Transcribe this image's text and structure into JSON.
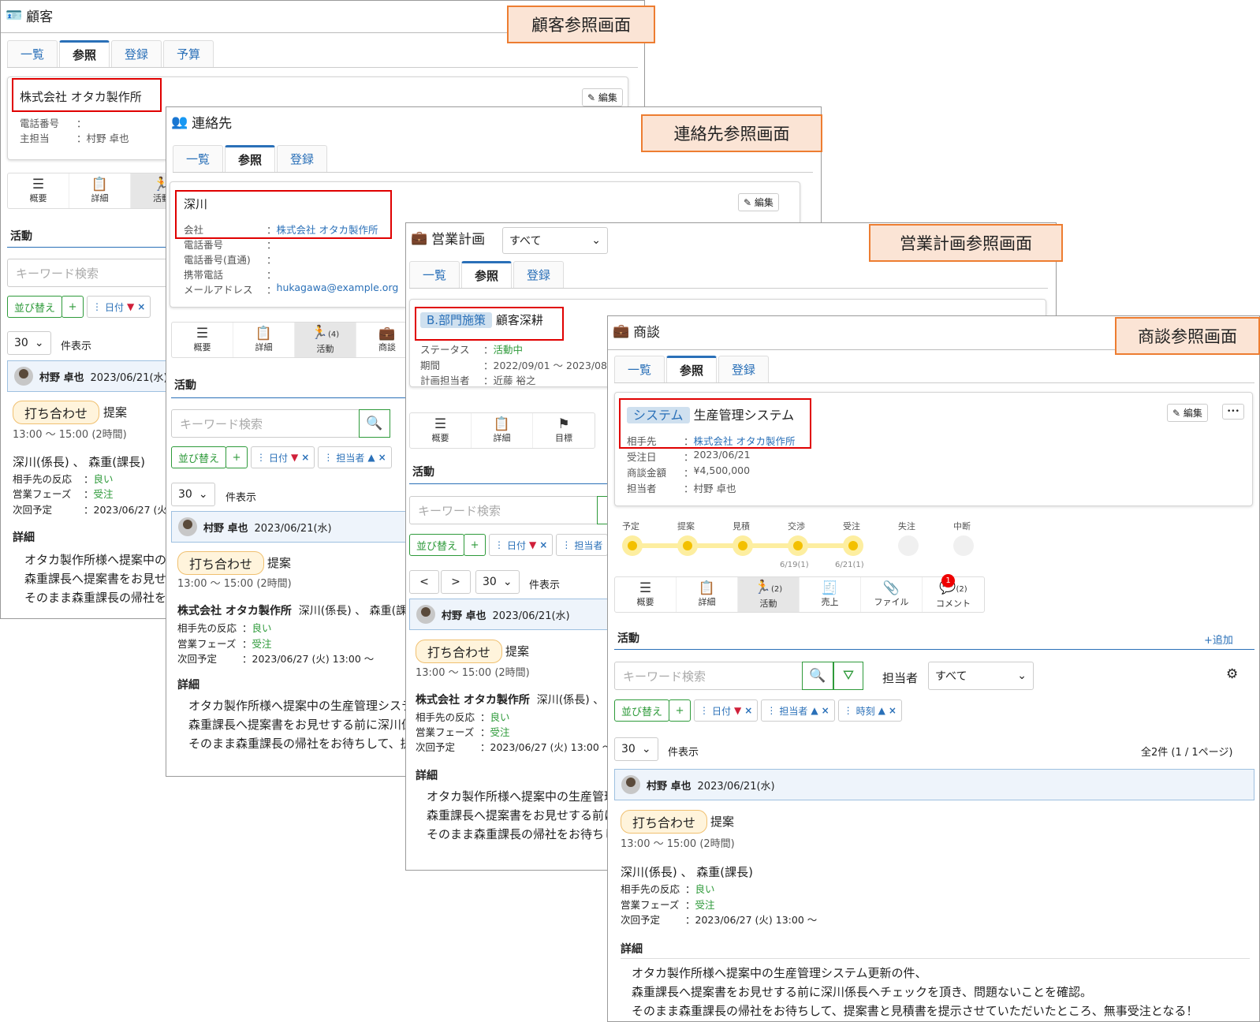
{
  "callouts": {
    "customer": "顧客参照画面",
    "contact": "連絡先参照画面",
    "plan": "営業計画参照画面",
    "deal": "商談参照画面"
  },
  "tabs": {
    "list": "一覧",
    "view": "参照",
    "register": "登録",
    "budget": "予算"
  },
  "common": {
    "edit": "編集",
    "sort": "並び替え",
    "plus": "+",
    "keyword": "キーワード検索",
    "count": "30",
    "countLabel": "件表示",
    "activity": "活動",
    "overview": "概要",
    "detail": "詳細",
    "activityTab": "活動",
    "deal": "商談",
    "goal": "目標",
    "sales": "売上",
    "file": "ファイル",
    "comment": "コメント",
    "date": "日付",
    "owner": "担当者",
    "time": "時刻",
    "x": "×",
    "details": "詳細"
  },
  "customer": {
    "title": "顧客",
    "name": "株式会社 オタカ製作所",
    "phoneK": "電話番号",
    "phoneV": "：",
    "mainK": "主担当",
    "mainV": "：村野 卓也"
  },
  "contact": {
    "title": "連絡先",
    "name": "深川",
    "companyK": "会社",
    "companyV": "株式会社 オタカ製作所",
    "phoneK": "電話番号",
    "phone2K": "電話番号(直通)",
    "mobileK": "携帯電話",
    "mailK": "メールアドレス",
    "mailV": "hukagawa@example.org",
    "colon": "：",
    "actCount": "(4)"
  },
  "plan": {
    "title": "営業計画",
    "filter": "すべて",
    "tag": "B.部門施策",
    "name": "顧客深耕",
    "statusK": "ステータス",
    "statusV": "活動中",
    "periodK": "期間",
    "periodV": "2022/09/01 ～ 2023/08",
    "ownerK": "計画担当者",
    "ownerV": "近藤 裕之",
    "prev": "<",
    "next": ">"
  },
  "deal": {
    "title": "商談",
    "tag": "システム",
    "name": "生産管理システム",
    "partnerK": "相手先",
    "partnerV": "株式会社 オタカ製作所",
    "orderK": "受注日",
    "orderV": "2023/06/21",
    "amountK": "商談金額",
    "amountV": "¥4,500,000",
    "ownerK": "担当者",
    "ownerV": "村野 卓也",
    "more": "•••",
    "add": "+追加",
    "ownerFilter": "担当者",
    "ownerSel": "すべて",
    "total": "全2件 (1 / 1ページ)",
    "actCount": "(2)",
    "commentCount": "(2)",
    "badge": "1",
    "steps": [
      "予定",
      "提案",
      "見積",
      "交渉",
      "受注",
      "失注",
      "中断"
    ],
    "stepDates": [
      "6/19(1)",
      "6/21(1)"
    ]
  },
  "activity": {
    "user": "村野 卓也",
    "date": "2023/06/21(水)",
    "type": "打ち合わせ",
    "kind": "提案",
    "time": "13:00 ～ 15:00 (2時間)",
    "company": "株式会社 オタカ製作所",
    "people": "深川(係長) 、 森重(課長)",
    "reactionK": "相手先の反応",
    "reactionV": "良い",
    "phaseK": "営業フェーズ",
    "phaseV": "受注",
    "nextK": "次回予定",
    "nextV": "2023/06/27 (火) 13:00 ～",
    "nextShort": "2023/06/27 (火",
    "line1": "オタカ製作所様へ提案中の生産管理システム更新の件、",
    "line2": "森重課長へ提案書をお見せする前に深川係長へチェックを頂き、問題ないことを確認。",
    "line3": "そのまま森重課長の帰社をお待ちして、提案書と見積書を提示させていただいたところ、無事受注となる！"
  }
}
